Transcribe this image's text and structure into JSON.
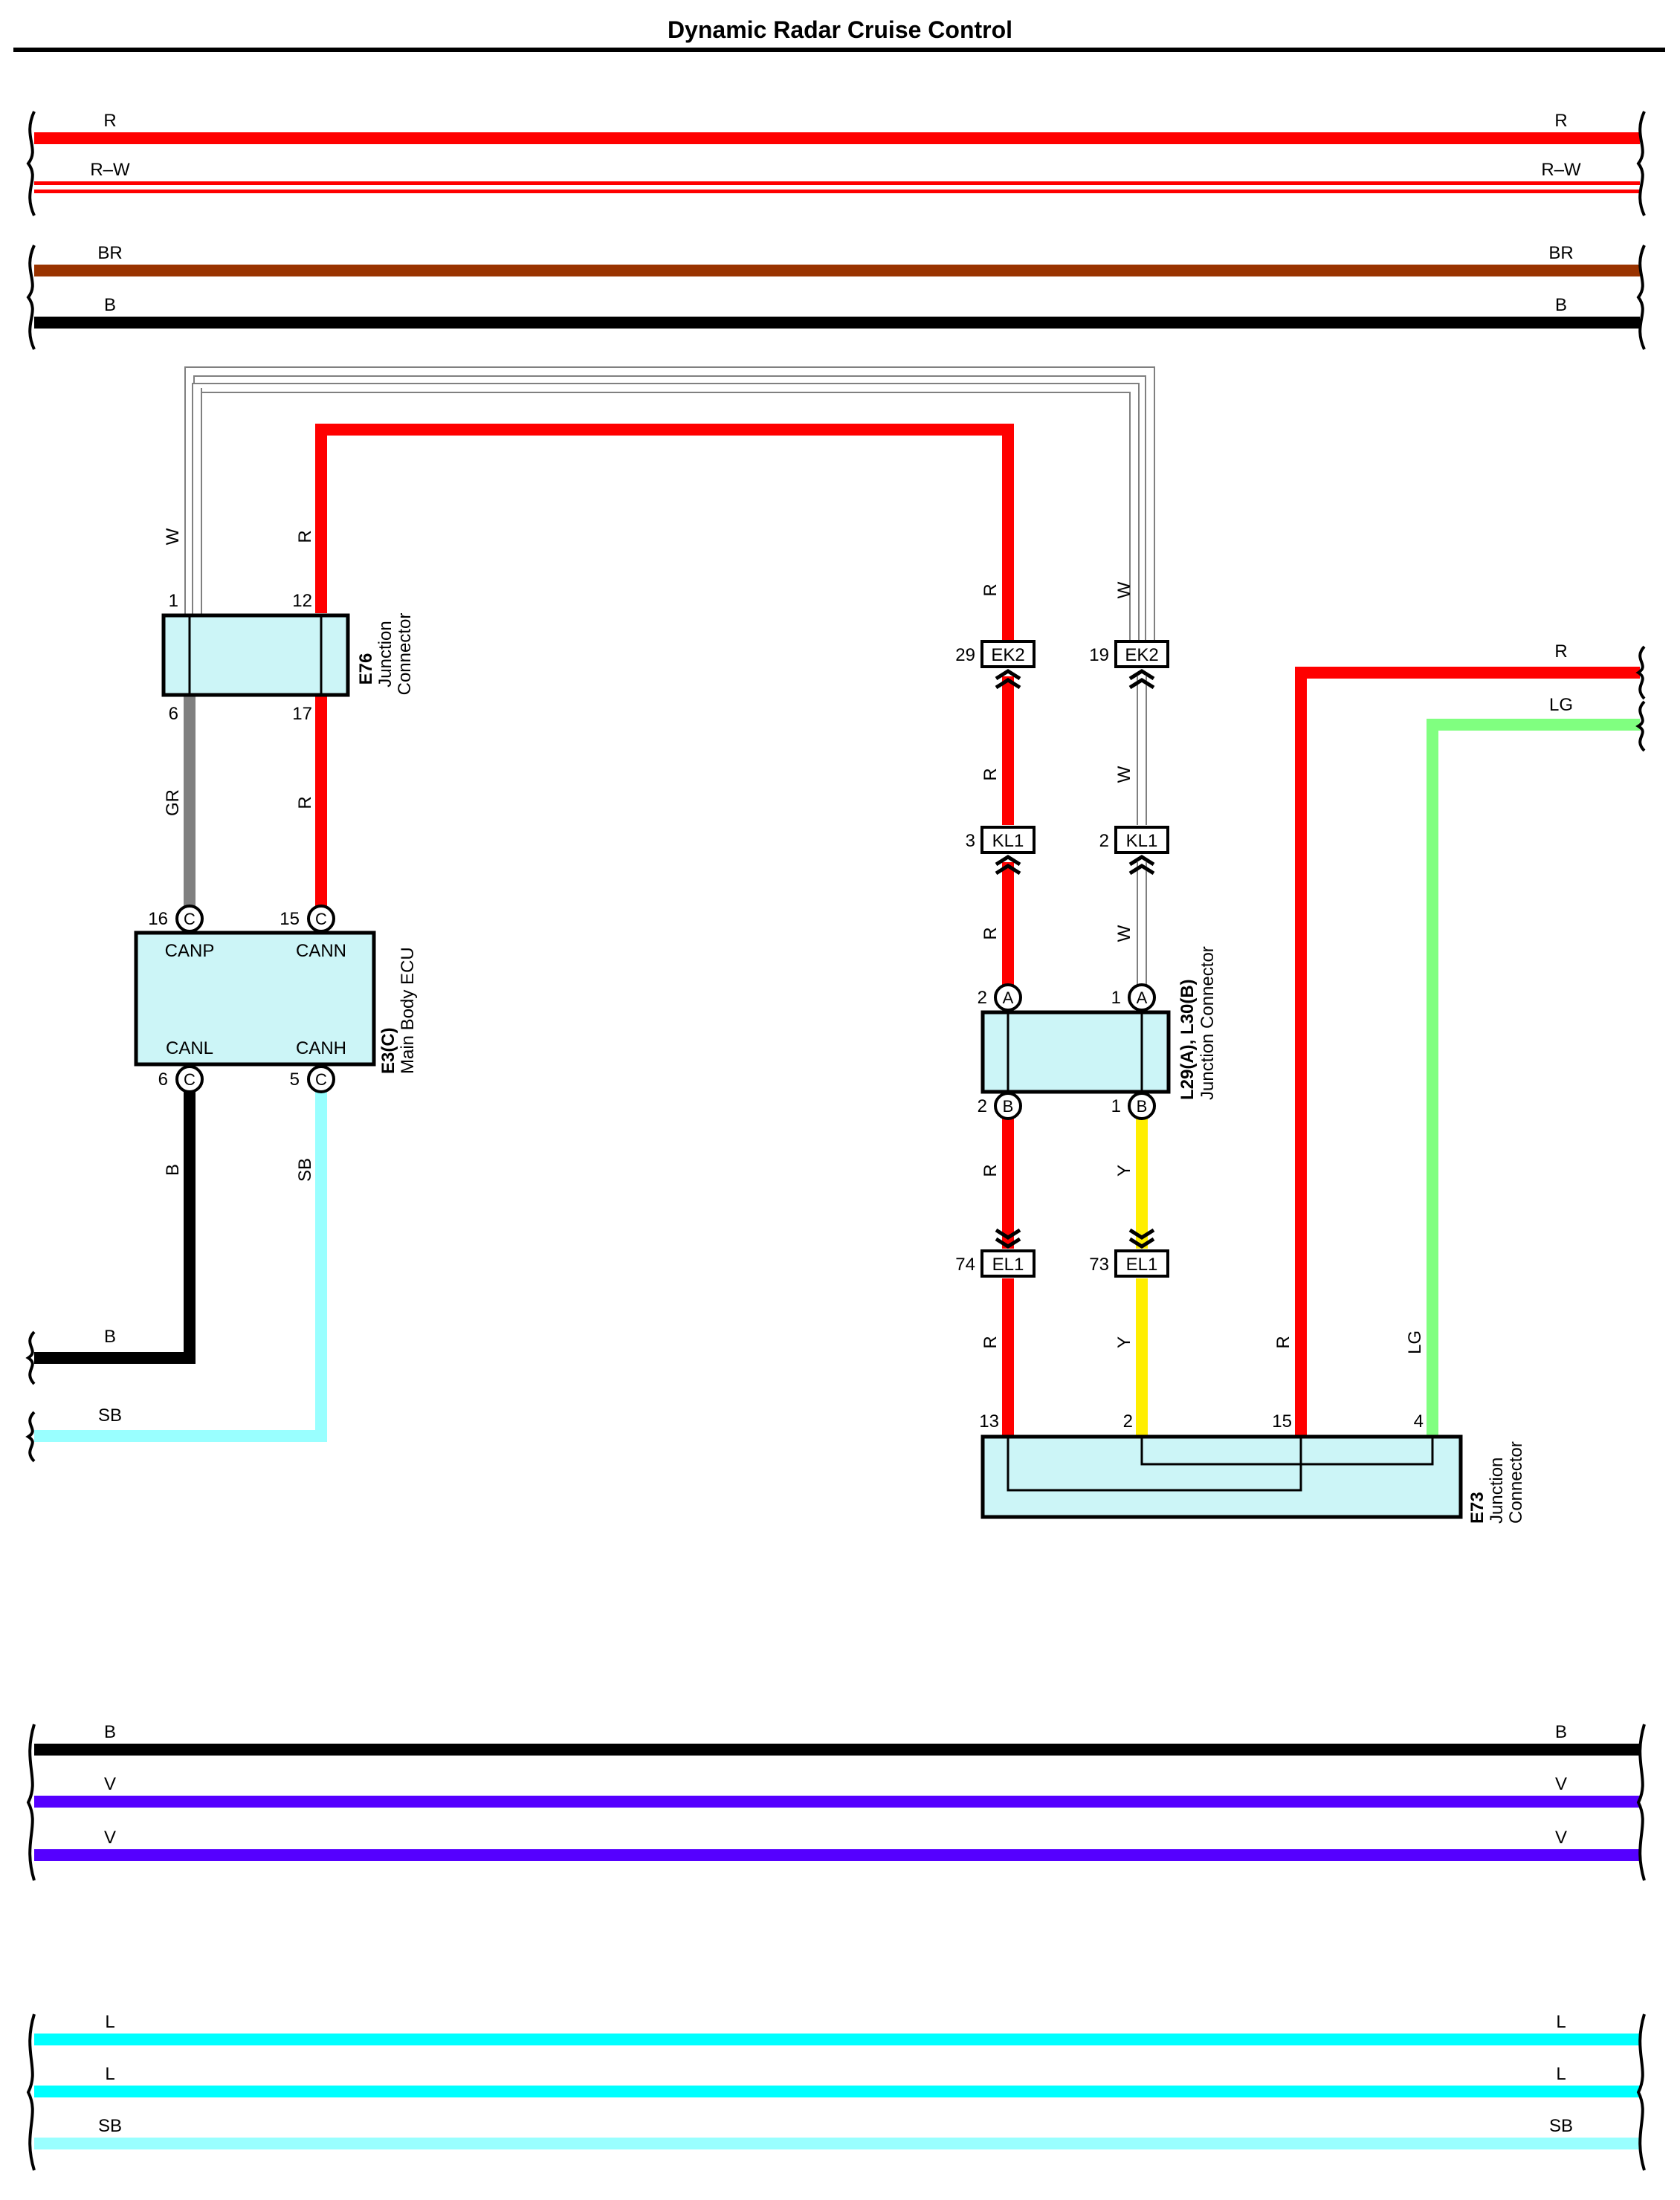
{
  "page": {
    "title": "Dynamic Radar Cruise Control"
  },
  "colors": {
    "R": "#ff0000",
    "W": "#ffffff",
    "BR": "#993300",
    "B": "#000000",
    "GR": "#808080",
    "SB": "#99ffff",
    "LG": "#80ff80",
    "Y": "#ffee00",
    "V": "#5500ff",
    "L": "#00ffff",
    "component_fill": "#ccf5f7"
  },
  "buses": [
    {
      "label": "R",
      "color": "R",
      "double": false
    },
    {
      "label": "R–W",
      "color": "R",
      "double": true
    },
    {
      "label": "BR",
      "color": "BR",
      "double": false
    },
    {
      "label": "B",
      "color": "B",
      "double": false
    },
    {
      "label": "B",
      "color": "B",
      "double": false
    },
    {
      "label": "V",
      "color": "V",
      "double": false
    },
    {
      "label": "V",
      "color": "V",
      "double": false
    },
    {
      "label": "L",
      "color": "L",
      "double": false
    },
    {
      "label": "L",
      "color": "L",
      "double": false
    },
    {
      "label": "SB",
      "color": "SB",
      "double": false
    }
  ],
  "components": {
    "e76": {
      "code": "E76",
      "name": "Junction",
      "name2": "Connector",
      "pins": [
        "1",
        "12",
        "6",
        "17"
      ]
    },
    "e3": {
      "code": "E3(C)",
      "name": "Main Body ECU",
      "pins": [
        "16",
        "15",
        "6",
        "5"
      ],
      "pin_letter": "C",
      "signals": [
        "CANP",
        "CANN",
        "CANL",
        "CANH"
      ]
    },
    "l29": {
      "code": "L29(A), L30(B)",
      "name": "Junction Connector",
      "pins": [
        "2",
        "1",
        "2",
        "1"
      ],
      "letters": [
        "A",
        "A",
        "B",
        "B"
      ]
    },
    "e73": {
      "code": "E73",
      "name": "Junction",
      "name2": "Connector",
      "pins": [
        "13",
        "2",
        "15",
        "4"
      ]
    }
  },
  "connectors": [
    {
      "id": "EK2",
      "pin": "29"
    },
    {
      "id": "EK2",
      "pin": "19"
    },
    {
      "id": "KL1",
      "pin": "3"
    },
    {
      "id": "KL1",
      "pin": "2"
    },
    {
      "id": "EL1",
      "pin": "74"
    },
    {
      "id": "EL1",
      "pin": "73"
    }
  ],
  "wire_labels": {
    "w_top": "W",
    "r_top": "R",
    "gr": "GR",
    "r_mid": "R",
    "b_left": "B",
    "sb_left": "SB",
    "r_ek2": "R",
    "w_ek2": "W",
    "r_kl1": "R",
    "w_kl1": "W",
    "r_l29": "R",
    "w_l29": "W",
    "r_el1": "R",
    "y_el1": "Y",
    "r_e73": "R",
    "y_e73": "Y",
    "r_right": "R",
    "lg_right": "LG"
  },
  "offpage_labels": {
    "b_left": "B",
    "sb_left": "SB",
    "r_right": "R",
    "lg_right": "LG"
  }
}
